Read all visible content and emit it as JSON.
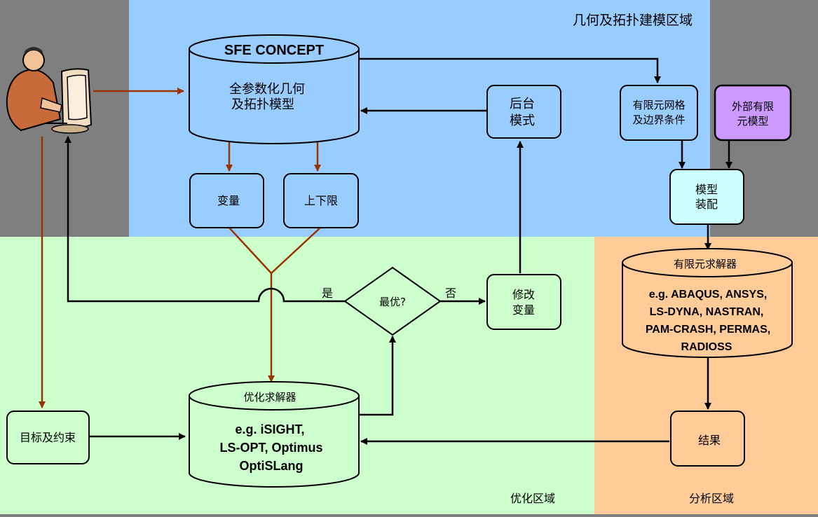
{
  "regions": {
    "geometry": "几何及拓扑建模区域",
    "optimization": "优化区域",
    "analysis": "分析区域"
  },
  "nodes": {
    "sfe_title": "SFE CONCEPT",
    "sfe_line1": "全参数化几何",
    "sfe_line2": "及拓扑模型",
    "backend_line1": "后台",
    "backend_line2": "模式",
    "fe_mesh_line1": "有限元网格",
    "fe_mesh_line2": "及边界条件",
    "external_line1": "外部有限",
    "external_line2": "元模型",
    "variables": "变量",
    "bounds": "上下限",
    "assembly_line1": "模型",
    "assembly_line2": "装配",
    "fe_solver_title": "有限元求解器",
    "fe_solver_line1": "e.g. ABAQUS, ANSYS,",
    "fe_solver_line2": "LS-DYNA, NASTRAN,",
    "fe_solver_line3": "PAM-CRASH, PERMAS,",
    "fe_solver_line4": "RADIOSS",
    "optimal": "最优?",
    "yes": "是",
    "no": "否",
    "modify_line1": "修改",
    "modify_line2": "变量",
    "objectives": "目标及约束",
    "opt_solver_title": "优化求解器",
    "opt_solver_line1": "e.g. iSIGHT,",
    "opt_solver_line2": "LS-OPT, Optimus",
    "opt_solver_line3": "OptiSLang",
    "results": "结果"
  },
  "colors": {
    "geometry_region": "#99ccff",
    "optimization_region": "#ccffcc",
    "analysis_region": "#ffcc99",
    "node_fill": "#99ccff",
    "external_fill": "#cc99ff",
    "assembly_fill": "#ccffff",
    "fe_solver_fill": "#ffcc99",
    "green_fill": "#ccffcc",
    "brown_arrow": "#993300"
  }
}
